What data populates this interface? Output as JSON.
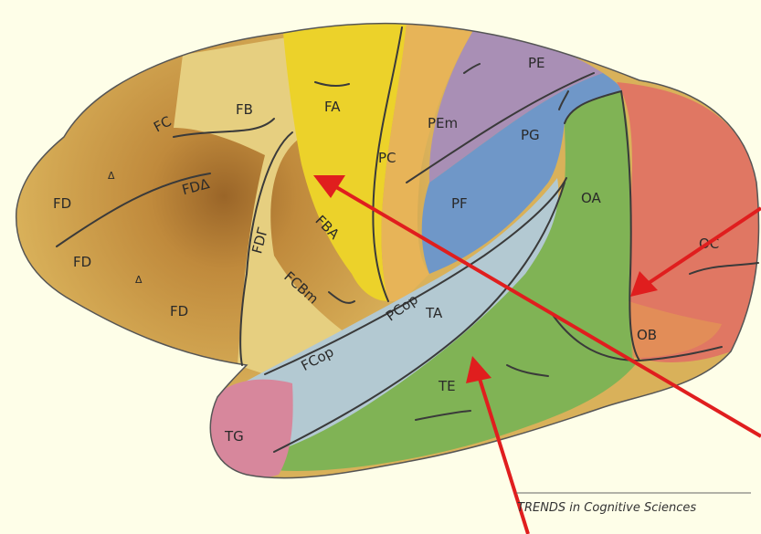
{
  "colors": {
    "background": "#fefee8",
    "frontal_dark": "#c08a3c",
    "frontal_light": "#e6cf80",
    "motor_yellow": "#ecd22a",
    "parietal_orange": "#e7b458",
    "parietal_purple": "#a98fb5",
    "parietal_blue": "#6f97c8",
    "temporal_pale": "#b3c9d2",
    "temporal_green": "#80b355",
    "occipital_red": "#e07763",
    "pole_pink": "#d7879c",
    "arrow": "#e01e1e"
  },
  "regions": {
    "FA": "FA",
    "FB": "FB",
    "FC": "FC",
    "FD": "FD",
    "FD_delta": "FDΔ",
    "FD_gamma": "FDΓ",
    "FBA": "FBA",
    "FCBm": "FCBm",
    "FCop": "FCop",
    "PC": "PC",
    "PE": "PE",
    "PEm": "PEm",
    "PG": "PG",
    "PF": "PF",
    "PCop": "PCop",
    "OA": "OA",
    "OB": "OB",
    "OC": "OC",
    "TA": "TA",
    "TE": "TE",
    "TG": "TG",
    "delta": "Δ"
  },
  "credit": "TRENDS in Cognitive Sciences"
}
